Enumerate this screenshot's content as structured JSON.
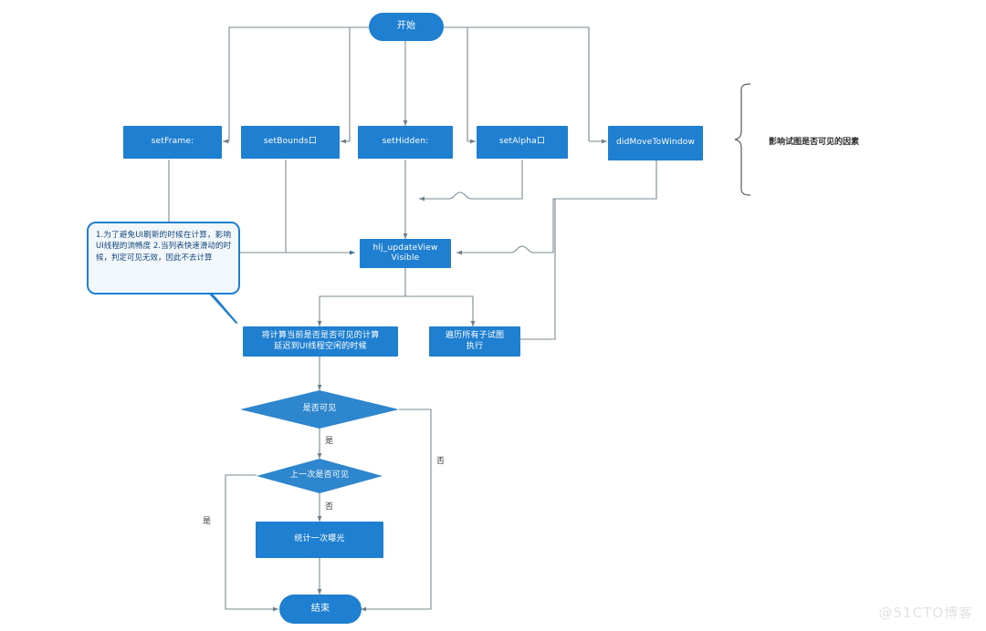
{
  "diagram": {
    "title_node": "开始",
    "end_node": "结束",
    "watermark": "@51CTO博客",
    "brace_note": "影响试图是否可见的因素",
    "callout_text": "1.为了避免UI刷新的时候在计算，影响UI线程的流畅度 2.当列表快速滑动的时候，判定可见无效，因此不去计算",
    "nodes": {
      "start": "开始",
      "set_frame": "setFrame:",
      "set_bounds": "setBounds口",
      "set_hidden": "setHidden:",
      "set_alpha": "setAlpha口",
      "did_move_to_window": "didMoveToWindow",
      "update_view_visible_line1": "hlj_updateView",
      "update_view_visible_line2": "Visible",
      "delay_calc_line1": "将计算当前是否是否可见的计算",
      "delay_calc_line2": "延迟到UI线程空闲的时候",
      "traverse_line1": "遍历所有子试图",
      "traverse_line2": "执行",
      "decision_visible": "是否可见",
      "decision_last_visible": "上一次是否可见",
      "count_exposure": "统计一次曝光",
      "end": "结束"
    },
    "edge_labels": {
      "visible_yes": "是",
      "visible_no": "否",
      "last_yes": "是",
      "last_no": "否"
    },
    "colors": {
      "node_fill": "#1f7fd0",
      "diamond_fill": "#2e86cd",
      "connector": "#7a8a92",
      "connector_dark": "#4a7fae",
      "callout_border": "#1f7fd0",
      "callout_fill": "#f2f7fb",
      "text_on_node": "#ffffff",
      "watermark": "#e2e2e2"
    }
  }
}
